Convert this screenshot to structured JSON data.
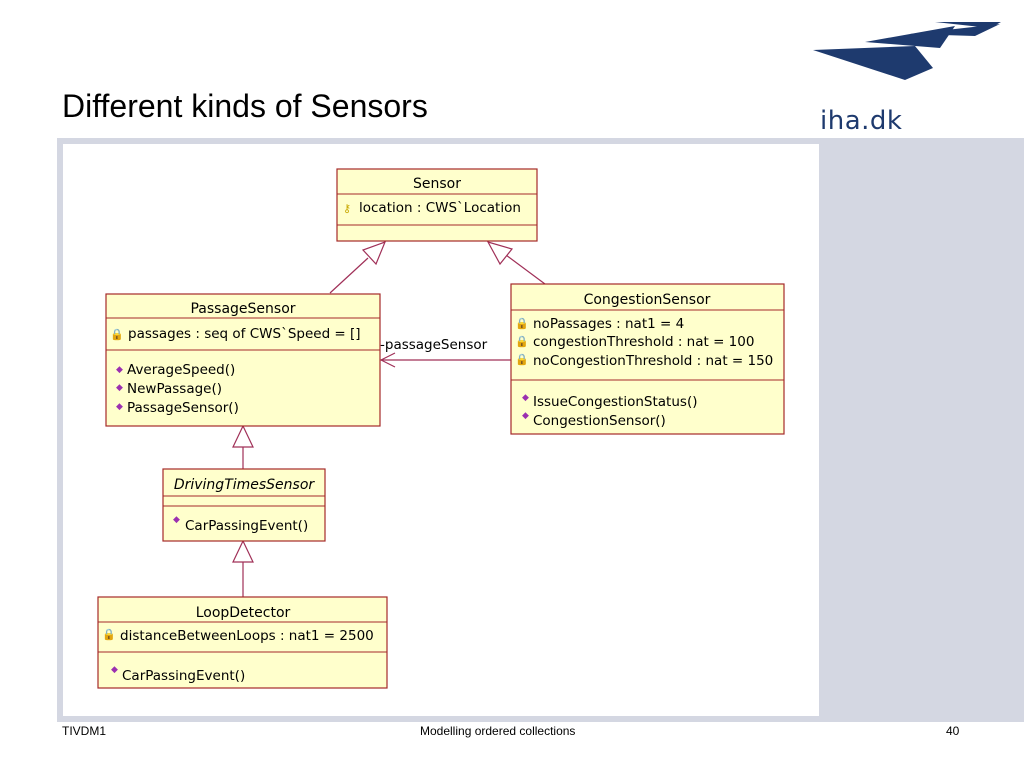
{
  "slide": {
    "title": "Different kinds of Sensors",
    "logo_text": "iha.dk",
    "footer_left": "TIVDM1",
    "footer_center": "Modelling ordered collections",
    "footer_right": "40"
  },
  "colors": {
    "class_fill": "#ffffcc",
    "class_border": "#a52a2a",
    "edge": "#a03058",
    "panel": "#d4d7e2",
    "logo_blue": "#1e3a6e"
  },
  "diagram": {
    "sensor": {
      "name": "Sensor",
      "attributes": [
        "location : CWS`Location"
      ],
      "operations": []
    },
    "passage_sensor": {
      "name": "PassageSensor",
      "attributes": [
        "passages : seq of CWS`Speed = []"
      ],
      "operations": [
        "AverageSpeed()",
        "NewPassage()",
        "PassageSensor()"
      ]
    },
    "congestion_sensor": {
      "name": "CongestionSensor",
      "attributes": [
        "noPassages : nat1 = 4",
        "congestionThreshold : nat = 100",
        "noCongestionThreshold : nat = 150"
      ],
      "operations": [
        "IssueCongestionStatus()",
        "CongestionSensor()"
      ]
    },
    "driving_times_sensor": {
      "name": "DrivingTimesSensor",
      "attributes": [],
      "operations": [
        "CarPassingEvent()"
      ]
    },
    "loop_detector": {
      "name": "LoopDetector",
      "attributes": [
        "distanceBetweenLoops : nat1 = 2500"
      ],
      "operations": [
        "CarPassingEvent()"
      ]
    },
    "association_label": "-passageSensor"
  }
}
